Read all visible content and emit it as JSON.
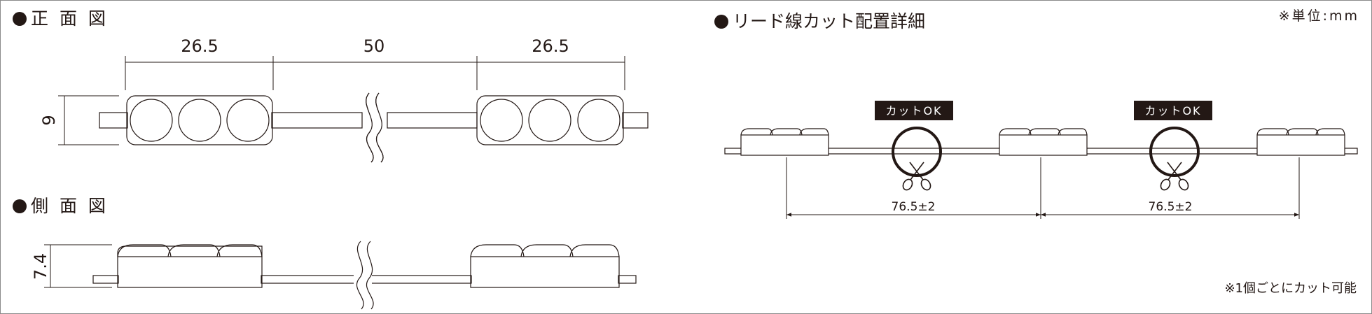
{
  "front_view": {
    "title": "正 面 図",
    "dims": {
      "left": "26.5",
      "middle": "50",
      "right": "26.5",
      "height": "9"
    }
  },
  "side_view": {
    "title": "側 面 図",
    "dims": {
      "height": "7.4"
    }
  },
  "lead_cut": {
    "title": "リード線カット配置詳細",
    "cut_label_1": "カットOK",
    "cut_label_2": "カットOK",
    "pitch_1": "76.5±2",
    "pitch_2": "76.5±2"
  },
  "unit_note": "※単位:mm",
  "footnote": "※1個ごとにカット可能",
  "colors": {
    "ink": "#231815",
    "frame": "#8a8a8a"
  },
  "icons": {
    "bullet": "filled-circle",
    "cut": "scissors-icon"
  }
}
